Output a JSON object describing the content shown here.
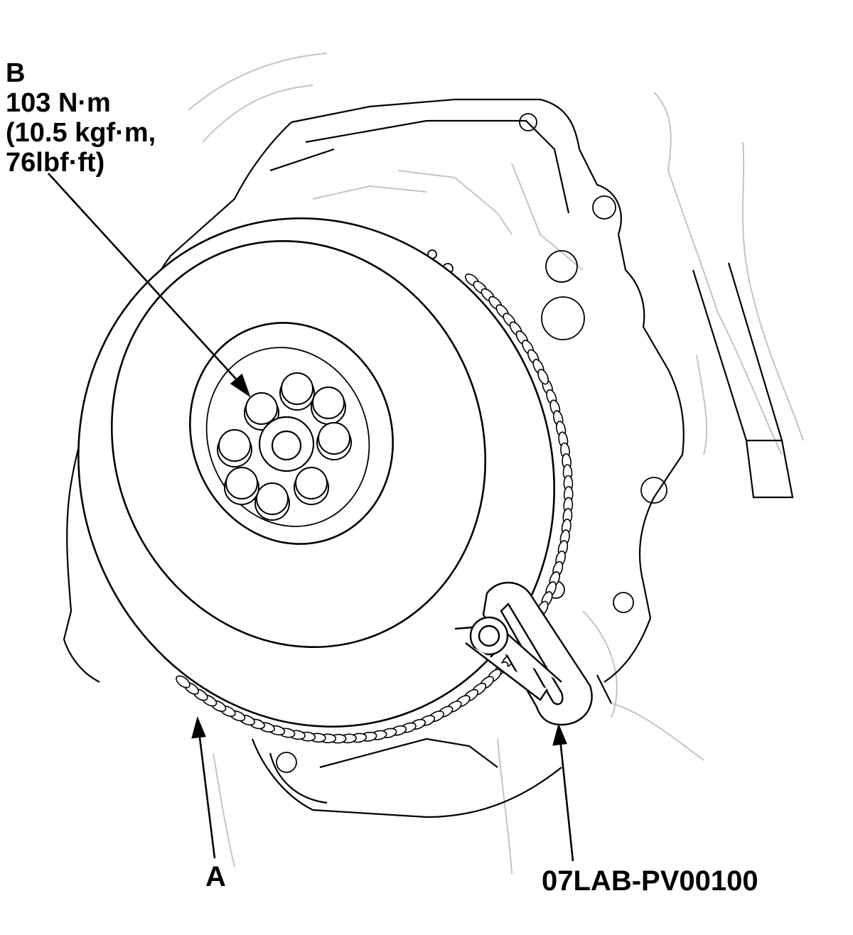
{
  "callouts": {
    "b": {
      "letter": "B",
      "torque_nm": "103 N·m",
      "torque_kgfm": "(10.5 kgf·m,",
      "torque_lbfft": "76lbf·ft)"
    },
    "a": {
      "letter": "A"
    },
    "tool": {
      "part_number": "07LAB-PV00100"
    }
  },
  "colors": {
    "line": "#000000",
    "faint": "#b8b8b8",
    "background": "#ffffff"
  }
}
